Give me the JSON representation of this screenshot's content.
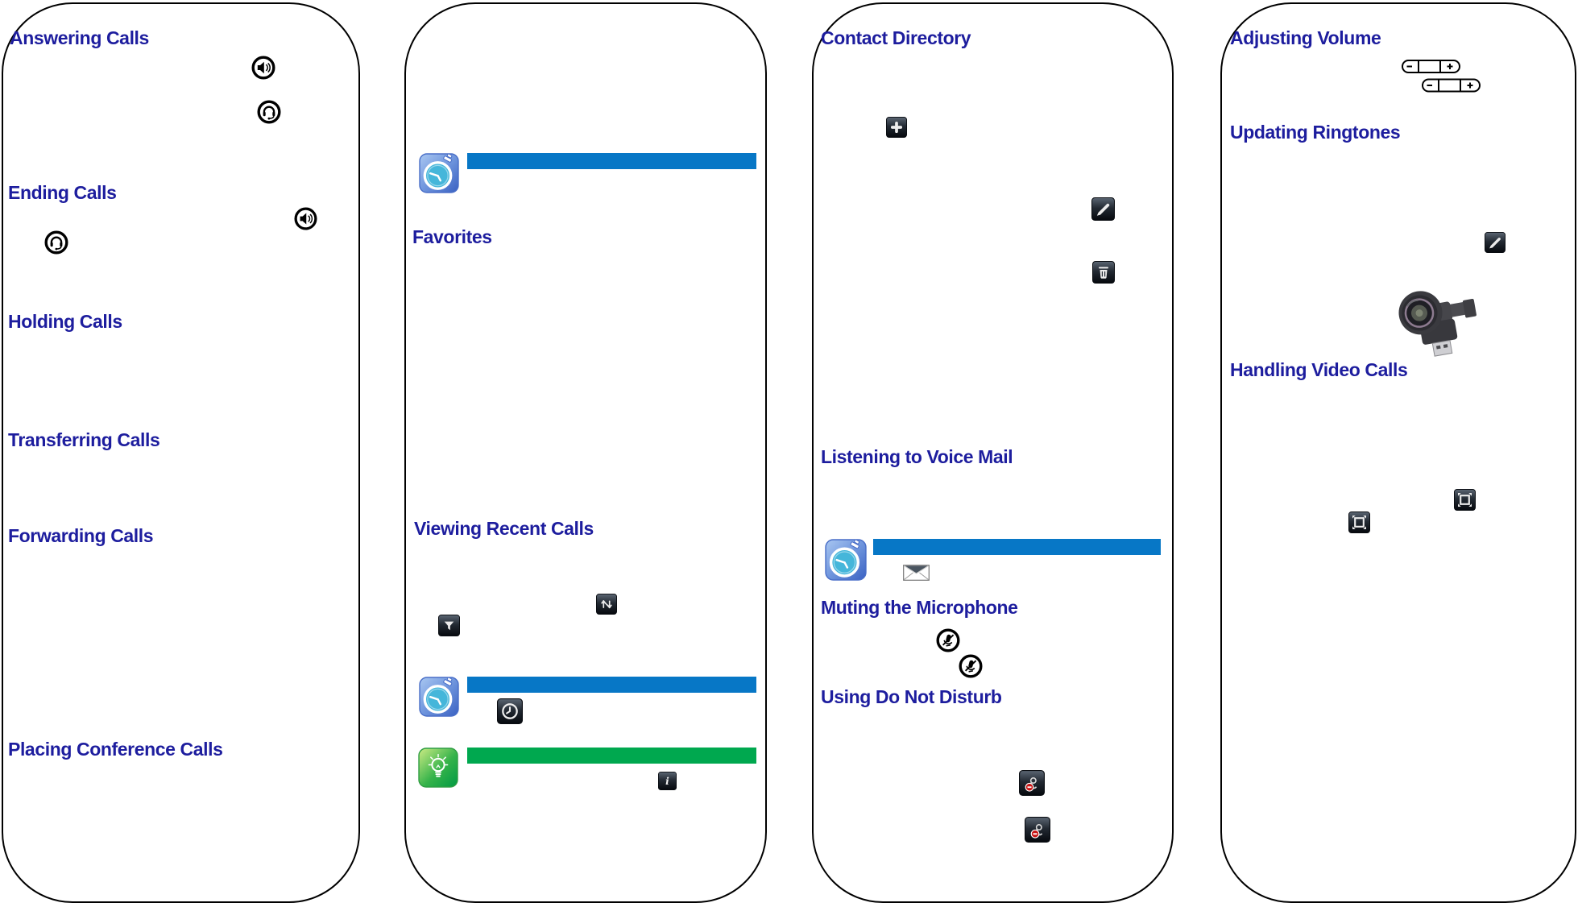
{
  "document": {
    "kind": "phone-quick-reference-card",
    "columns": 4
  },
  "colors": {
    "heading_navy": "#1d1d9e",
    "timesaver_bar_blue": "#0777c6",
    "power_tip_bar_green": "#00a84f",
    "panel_border": "#000000"
  },
  "panel1": {
    "answering_heading": "Answering Calls",
    "ending_heading": "Ending Calls",
    "holding_heading": "Holding Calls",
    "transferring_heading": "Transferring Calls",
    "forwarding_heading": "Forwarding Calls",
    "conference_heading": "Placing Conference Calls"
  },
  "panel2": {
    "favorites_heading": "Favorites",
    "recent_heading": "Viewing Recent Calls"
  },
  "panel3": {
    "directory_heading": "Contact Directory",
    "voicemail_heading": "Listening to Voice Mail",
    "muting_heading": "Muting the Microphone",
    "dnd_heading": "Using Do Not Disturb"
  },
  "panel4": {
    "volume_heading": "Adjusting Volume",
    "ringtones_heading": "Updating Ringtones",
    "video_heading": "Handling Video Calls"
  },
  "icons": {
    "speakerphone-icon": "black circled loudspeaker glyph",
    "headset-icon": "black circled headset glyph",
    "timesaver-icon": "blue stopwatch tile",
    "power-tip-icon": "green lightbulb tile",
    "sort-icon": "dark key, white up/down arrows",
    "filter-icon": "dark key, white funnel",
    "clock-icon": "dark key, white clock",
    "info-icon": "dark key, italic i",
    "add-contact-icon": "dark key, white plus",
    "edit-pencil-icon": "dark key, white pencil",
    "delete-trash-icon": "dark key, white trash can",
    "voicemail-envelope-icon": "gray/white envelope",
    "mute-microphone-icon": "black circled slashed microphone",
    "do-not-disturb-icon": "dark key, handset with red minus badge",
    "fullscreen-video-icon": "dark key, frame with corner marks",
    "volume-rocker-icon": "pill rocker with minus and plus",
    "usb-camera-image": "photo of USB video camera"
  }
}
